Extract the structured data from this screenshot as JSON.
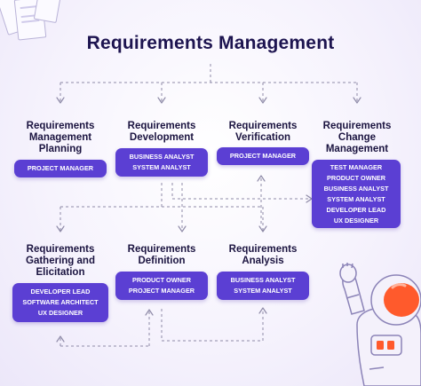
{
  "title": "Requirements Management",
  "nodes": {
    "planning": {
      "title": [
        "Requirements",
        "Management",
        "Planning"
      ],
      "roles": [
        "PROJECT MANAGER"
      ]
    },
    "development": {
      "title": [
        "Requirements",
        "Development"
      ],
      "roles": [
        "BUSINESS ANALYST",
        "SYSTEM ANALYST"
      ]
    },
    "verification": {
      "title": [
        "Requirements",
        "Verification"
      ],
      "roles": [
        "PROJECT MANAGER"
      ]
    },
    "change": {
      "title": [
        "Requirements",
        "Change",
        "Management"
      ],
      "roles": [
        "TEST MANAGER",
        "PRODUCT OWNER",
        "BUSINESS ANALYST",
        "SYSTEM ANALYST",
        "DEVELOPER LEAD",
        "UX DESIGNER"
      ]
    },
    "gathering": {
      "title": [
        "Requirements",
        "Gathering and",
        "Elicitation"
      ],
      "roles": [
        "DEVELOPER LEAD",
        "SOFTWARE ARCHITECT",
        "UX DESIGNER"
      ]
    },
    "definition": {
      "title": [
        "Requirements",
        "Definition"
      ],
      "roles": [
        "PRODUCT OWNER",
        "PROJECT MANAGER"
      ]
    },
    "analysis": {
      "title": [
        "Requirements",
        "Analysis"
      ],
      "roles": [
        "BUSINESS ANALYST",
        "SYSTEM ANALYST"
      ]
    }
  },
  "colors": {
    "accent": "#5b3fd3",
    "title": "#1d1450",
    "line": "#8f8ba8"
  },
  "decorations": {
    "top_left": "document-papers-icon",
    "bottom_right": "astronaut-illustration"
  }
}
